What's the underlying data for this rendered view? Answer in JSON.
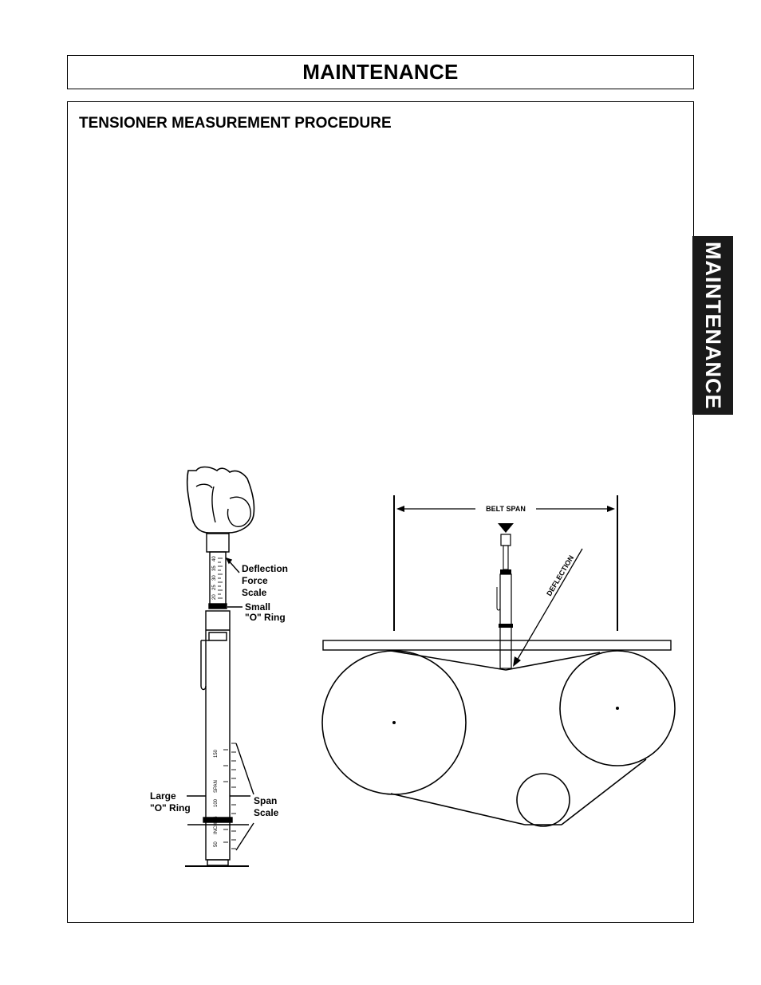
{
  "header": {
    "title": "MAINTENANCE"
  },
  "section": {
    "title": "TENSIONER MEASUREMENT PROCEDURE"
  },
  "side_tab": {
    "label": "MAINTENANCE"
  },
  "figure_left": {
    "deflection_force_scale": [
      "Deflection",
      "Force",
      "Scale"
    ],
    "small_o_ring": [
      "Small",
      "\"O\" Ring"
    ],
    "large_o_ring": [
      "Large",
      "\"O\" Ring"
    ],
    "span_scale": [
      "Span",
      "Scale"
    ],
    "tool_upper_numbers": [
      "40",
      "35",
      "30",
      "25",
      "20"
    ],
    "tool_lower_numbers": [
      "150",
      "100",
      "50"
    ],
    "tool_lower_words": [
      "SPAN",
      "INCHES"
    ]
  },
  "figure_right": {
    "belt_span_label": "BELT   SPAN",
    "deflection_label": "DEFLECTION"
  }
}
